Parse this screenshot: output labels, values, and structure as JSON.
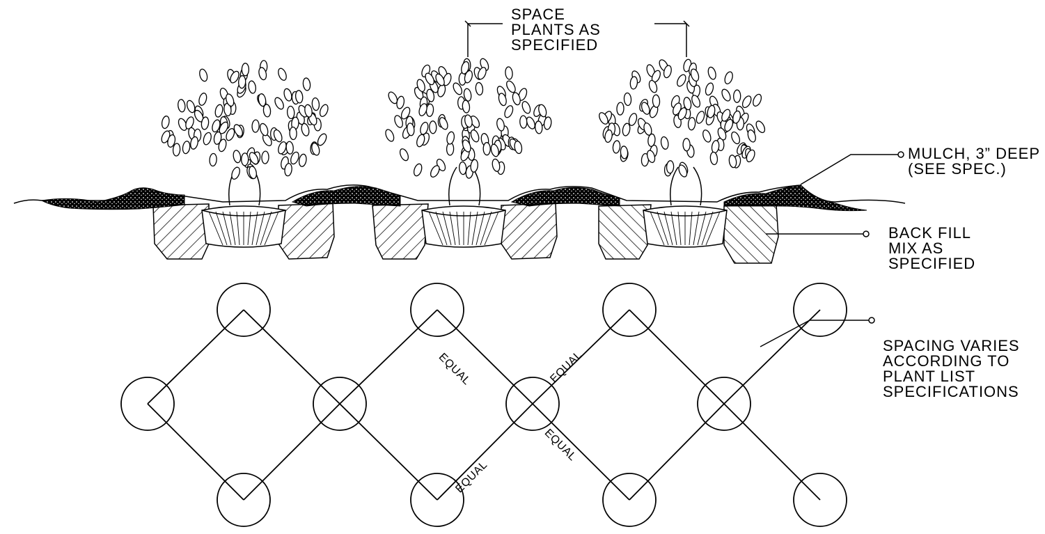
{
  "callouts": {
    "spacing_top": [
      "SPACE",
      "PLANTS AS",
      "SPECIFIED"
    ],
    "mulch": [
      "MULCH, 3” DEEP",
      "(SEE SPEC.)"
    ],
    "backfill": [
      "BACK FILL",
      "MIX AS",
      "SPECIFIED"
    ],
    "spacing_varies": [
      "SPACING VARIES",
      "ACCORDING TO",
      "PLANT LIST",
      "SPECIFICATIONS"
    ]
  },
  "equal_label": "EQUAL",
  "colors": {
    "ink": "#000000",
    "paper": "#ffffff"
  }
}
